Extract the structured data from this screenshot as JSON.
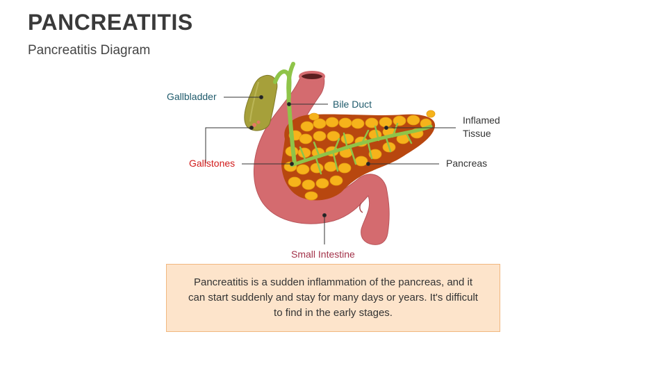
{
  "header": {
    "title": "PANCREATITIS",
    "subtitle": "Pancreatitis Diagram"
  },
  "labels": {
    "gallbladder": "Gallbladder",
    "bile_duct": "Bile Duct",
    "inflamed_tissue": "Inflamed Tissue",
    "gallstones": "Gallstones",
    "pancreas": "Pancreas",
    "small_intestine": "Small Intestine"
  },
  "description": "Pancreatitis is a sudden inflammation of the pancreas, and it can start suddenly and stay for many days or years. It's difficult to find in the early stages.",
  "colors": {
    "intestine": "#d46b6f",
    "pancreas_fill": "#f6b31b",
    "pancreas_tissue": "#b8470f",
    "duct": "#8fc449",
    "gallbladder": "#9f9a3a",
    "box_fill": "#fde4cb",
    "box_border": "#f1b77f"
  }
}
